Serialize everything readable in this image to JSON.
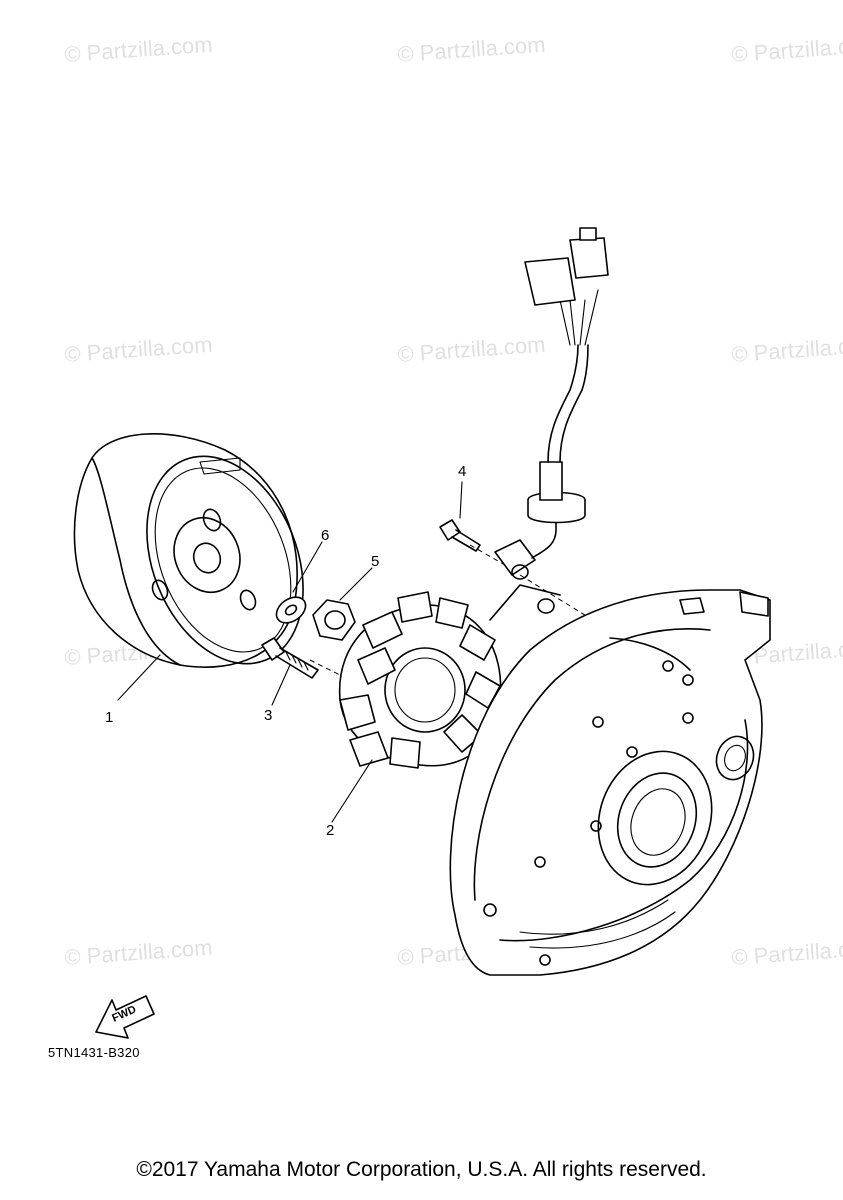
{
  "watermark": "© Partzilla.com",
  "callouts": {
    "c1": "1",
    "c2": "2",
    "c3": "3",
    "c4": "4",
    "c5": "5",
    "c6": "6"
  },
  "fwd_label": "FWD",
  "diagram_code": "5TN1431-B320",
  "copyright": "©2017 Yamaha Motor Corporation, U.S.A. All rights reserved."
}
